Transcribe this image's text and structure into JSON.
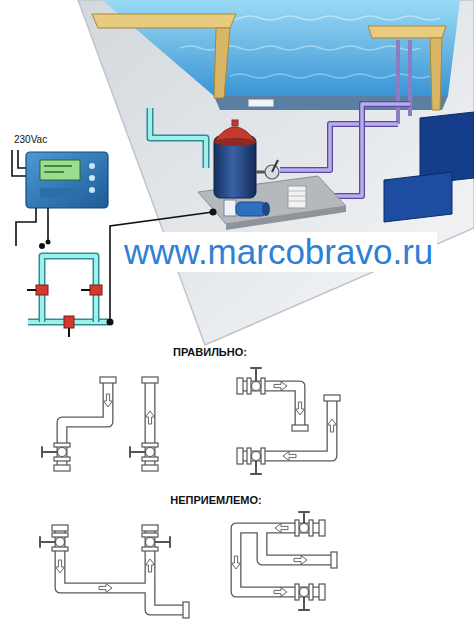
{
  "diagram": {
    "labels": [
      "230Vac",
      "www.marcobravo.ru",
      "ПРАВИЛЬНО:",
      "НЕПРИЕМЛЕМО:"
    ]
  }
}
